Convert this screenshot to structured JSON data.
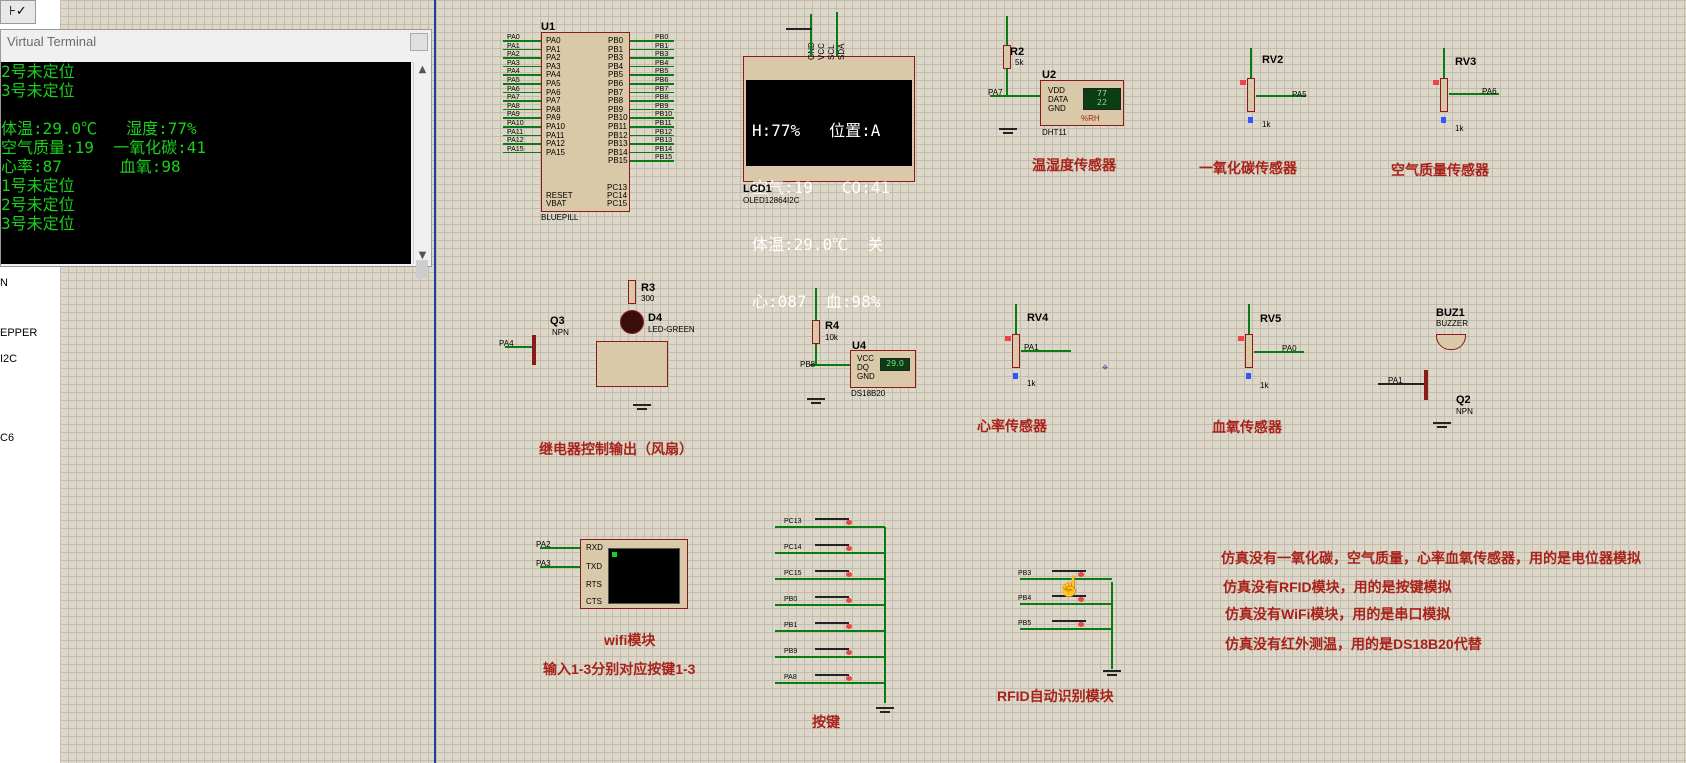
{
  "toolbar": {
    "tool_glyph": "⊦✓"
  },
  "left_panel": {
    "items": [
      "N",
      "EPPER",
      "I2C",
      "C6"
    ]
  },
  "terminal": {
    "title": "Virtual Terminal",
    "lines": [
      "2号未定位",
      "3号未定位",
      "",
      "体温:29.0℃   湿度:77%",
      "空气质量:19  一氧化碳:41",
      "心率:87      血氧:98",
      "1号未定位",
      "2号未定位",
      "3号未定位"
    ]
  },
  "lcd": {
    "ref": "LCD1",
    "part": "OLED12864I2C",
    "pins": [
      "GND",
      "VCC",
      "SCL",
      "SDA"
    ],
    "rows": [
      "H:77%   位置:A",
      "空气:19   CO:41",
      "体温:29.0℃  关",
      "心:087  血:98%"
    ]
  },
  "mcu": {
    "ref": "U1",
    "part": "BLUEPILL",
    "left_pins": [
      "PA0",
      "PA1",
      "PA2",
      "PA3",
      "PA4",
      "PA5",
      "PA6",
      "PA7",
      "PA8",
      "PA9",
      "PA10",
      "PA11",
      "PA12",
      "PA15"
    ],
    "right_pins": [
      "PB0",
      "PB1",
      "PB3",
      "PB4",
      "PB5",
      "PB6",
      "PB7",
      "PB8",
      "PB9",
      "PB10",
      "PB11",
      "PB12",
      "PB13",
      "PB14",
      "PB15"
    ],
    "bottom_left": [
      "RESET",
      "VBAT"
    ],
    "bottom_right": [
      "PC13",
      "PC14",
      "PC15"
    ]
  },
  "dht": {
    "ref": "U2",
    "part": "DHT11",
    "pins": [
      "VDD",
      "DATA",
      "GND"
    ],
    "res": "R2",
    "res_val": "5k",
    "net": "PA7",
    "readout_top": "77",
    "readout_bottom": "22",
    "unit": "%RH"
  },
  "sections": {
    "humidity": "温湿度传感器",
    "co": "一氧化碳传感器",
    "air": "空气质量传感器",
    "relay": "继电器控制输出（风扇）",
    "heart": "心率传感器",
    "oxygen": "血氧传感器",
    "wifi": "wifi模块",
    "wifi_hint": "输入1-3分别对应按键1-3",
    "keys": "按键",
    "rfid": "RFID自动识别模块"
  },
  "pots": {
    "rv2": {
      "ref": "RV2",
      "val": "1k",
      "net": "PA5"
    },
    "rv3": {
      "ref": "RV3",
      "val": "1k",
      "net": "PA6"
    },
    "rv4": {
      "ref": "RV4",
      "val": "1k",
      "net": "PA1"
    },
    "rv5": {
      "ref": "RV5",
      "val": "1k",
      "net": "PA0"
    }
  },
  "relay": {
    "q": "Q3",
    "q_type": "NPN",
    "net": "PA4",
    "led": "D4",
    "led_type": "LED-GREEN",
    "res": "R3",
    "res_val": "300"
  },
  "ds18b20": {
    "ref": "U4",
    "part": "DS18B20",
    "pins": [
      "VCC",
      "DQ",
      "GND"
    ],
    "res": "R4",
    "res_val": "10k",
    "net": "PB8",
    "readout": "29.0"
  },
  "buzzer": {
    "ref": "BUZ1",
    "part": "BUZZER",
    "q": "Q2",
    "q_type": "NPN",
    "net": "PA1"
  },
  "wifi_module": {
    "pins": [
      "RXD",
      "TXD",
      "RTS",
      "CTS"
    ],
    "nets": [
      "PA2",
      "PA3"
    ]
  },
  "keys": {
    "nets": [
      "PC13",
      "PC14",
      "PC15",
      "PB0",
      "PB1",
      "PB9",
      "PA8"
    ]
  },
  "rfid_keys": {
    "nets": [
      "PB3",
      "PB4",
      "PB5"
    ]
  },
  "notes": [
    "仿真没有一氧化碳，空气质量，心率血氧传感器，用的是电位器模拟",
    "仿真没有RFID模块，用的是按键模拟",
    "仿真没有WiFi模块，用的是串口模拟",
    "仿真没有红外测温，用的是DS18B20代替"
  ]
}
